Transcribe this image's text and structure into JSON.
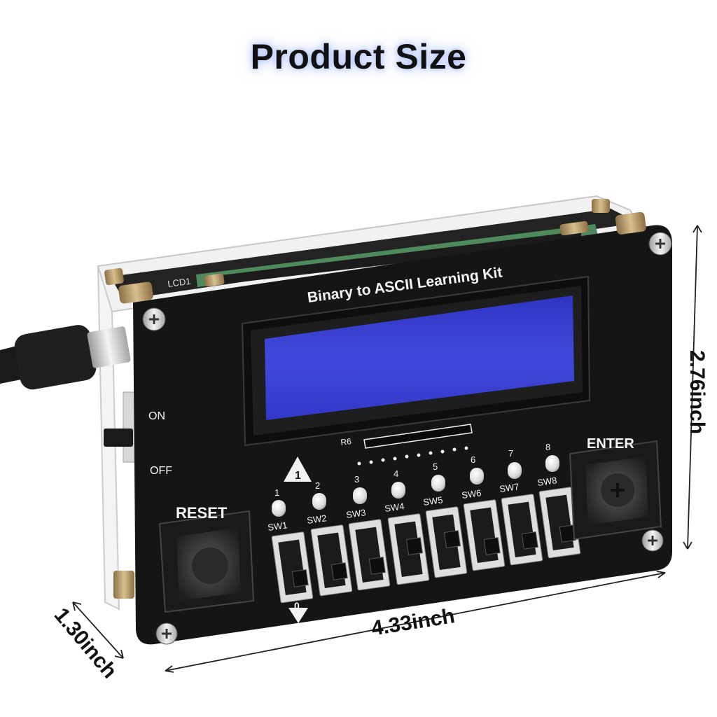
{
  "header": {
    "title": "Product Size"
  },
  "board": {
    "title": "Binary to ASCII Learning Kit",
    "lcd_silk": "LCD1",
    "resistor_label": "R6",
    "power_on": "ON",
    "power_off": "OFF",
    "reset_label": "RESET",
    "enter_label": "ENTER",
    "led_numbers": [
      "1",
      "2",
      "3",
      "4",
      "5",
      "6",
      "7",
      "8"
    ],
    "switch_labels": [
      "SW1",
      "SW2",
      "SW3",
      "SW4",
      "SW5",
      "SW6",
      "SW7",
      "SW8"
    ],
    "arrow_up": "1",
    "arrow_down": "0"
  },
  "dimensions": {
    "width": "4.33inch",
    "height": "2.76inch",
    "depth": "1.30inch"
  },
  "colors": {
    "lcd_blue": "#3d43d6",
    "board_black": "#151515",
    "standoff_brass": "#b89a68"
  }
}
